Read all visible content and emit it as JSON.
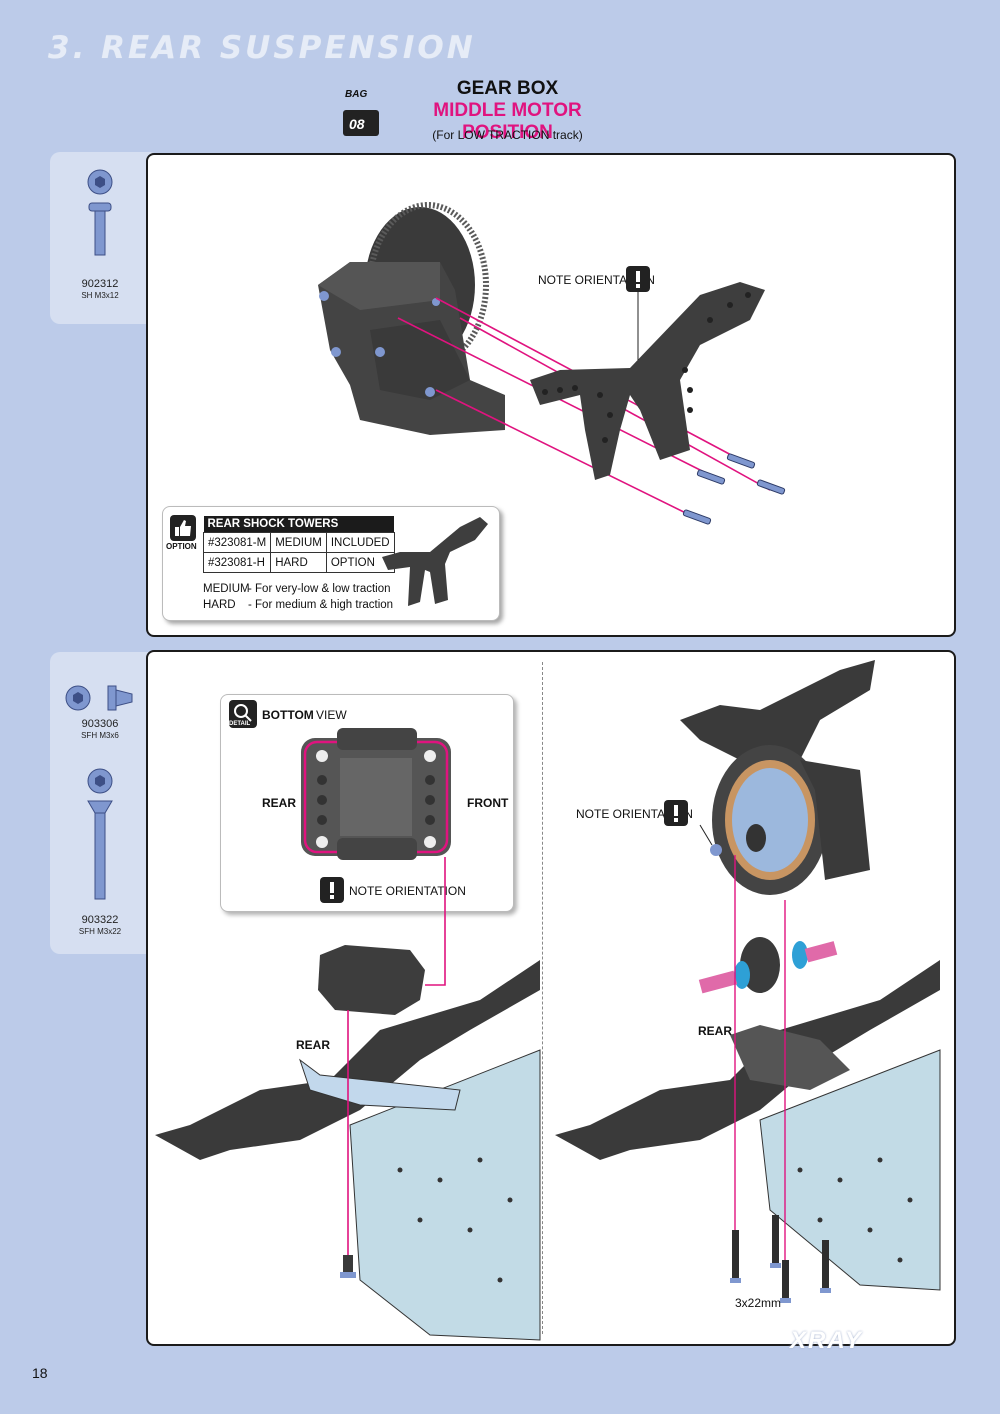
{
  "header": {
    "section_title": "3. REAR SUSPENSION"
  },
  "bag": {
    "label": "BAG",
    "number": "08"
  },
  "step_title": {
    "main": "GEAR BOX",
    "sub": "MIDDLE MOTOR POSITION",
    "note": "(For LOW TRACTION track)"
  },
  "parts_step1": [
    {
      "code": "902312",
      "name": "SH M3x12"
    }
  ],
  "parts_step2": [
    {
      "code": "903306",
      "name": "SFH M3x6"
    },
    {
      "code": "903322",
      "name": "SFH M3x22"
    }
  ],
  "step1": {
    "note_orientation": "NOTE ORIENTATION"
  },
  "option_box": {
    "badge": "OPTION",
    "table_title": "REAR SHOCK TOWERS",
    "rows": [
      [
        "#323081-M",
        "MEDIUM",
        "INCLUDED"
      ],
      [
        "#323081-H",
        "HARD",
        "OPTION"
      ]
    ],
    "legend": [
      {
        "term": "MEDIUM",
        "desc": "- For very-low & low traction"
      },
      {
        "term": "HARD",
        "desc": "- For medium & high traction"
      }
    ]
  },
  "detail": {
    "badge": "DETAIL",
    "title_bold": "BOTTOM",
    "title_rest": "VIEW",
    "rear": "REAR",
    "front": "FRONT",
    "note_orientation": "NOTE ORIENTATION"
  },
  "step2": {
    "rear_left": "REAR",
    "rear_right": "REAR",
    "note_orientation": "NOTE ORIENTATION",
    "screw_size": "3x22mm"
  },
  "footer": {
    "page_number": "18",
    "logo": "XRAY"
  },
  "colors": {
    "background": "#bccbe9",
    "accent": "#e0137f",
    "part_blue": "#7f97cf",
    "part_dark": "#3b3b3b"
  },
  "icons": [
    "exclamation-icon",
    "thumbs-up-icon",
    "magnifier-icon"
  ]
}
